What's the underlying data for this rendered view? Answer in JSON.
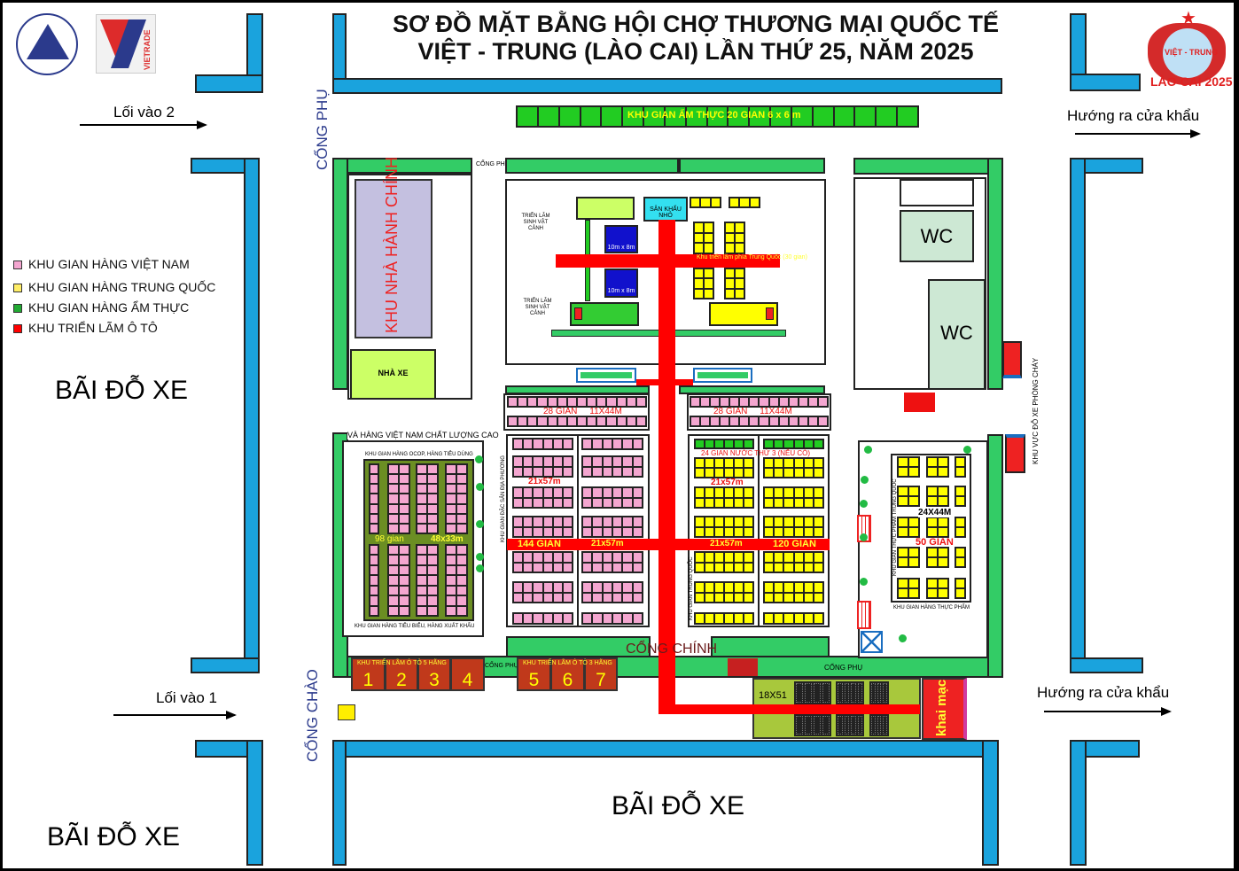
{
  "title": {
    "line1": "SƠ ĐỒ MẶT BẰNG HỘI CHỢ THƯƠNG MẠI QUỐC TẾ",
    "line2": "VIỆT - TRUNG (LÀO CAI) LẦN THỨ 25, NĂM 2025"
  },
  "logos": {
    "vietrade": "VIETRADE",
    "fair_logo_top": "VIỆT - TRUNG",
    "fair_logo_bottom": "LÀO CAI 2025"
  },
  "colors": {
    "road": "#1aa3dd",
    "green_zone": "#33cc66",
    "vietnam_booth": "#f4a6d0",
    "china_booth": "#ffff00",
    "food_booth": "#22cc22",
    "car_expo": "#ff0000",
    "walkway": "#ff0000"
  },
  "directions": {
    "entrance2": "Lối vào 2",
    "entrance1": "Lối vào 1",
    "exit_top": "Hướng ra cửa khẩu",
    "exit_bottom": "Hướng ra cửa khẩu"
  },
  "legend": [
    {
      "label": "KHU GIAN  HÀNG VIỆT NAM",
      "color": "#f4a6d0"
    },
    {
      "label": "KHU GIAN HÀNG TRUNG QUỐC",
      "color": "#ffee66"
    },
    {
      "label": "KHU GIAN  HÀNG ẨM THỰC",
      "color": "#22aa33"
    },
    {
      "label": "KHU TRIỂN LÃM Ô TÔ",
      "color": "#ff0000"
    }
  ],
  "parking": {
    "left_middle": "BÃI ĐỖ XE",
    "left_bottom": "BÃI ĐỖ XE",
    "bottom_center": "BÃI ĐỖ XE",
    "fire_truck_area": "KHU VỰC ĐỖ XE PHÒNG CHÁY"
  },
  "gates": {
    "side_gate_top_left": "CỔNG PHỤ",
    "side_gate_small": "CỔNG PHỤ",
    "welcome_gate": "CỔNG CHÀO",
    "main_gate": "CỔNG CHÍNH",
    "side_gate_bottom": "CỔNG PHỤ",
    "side_gate_car": "CỔNG PHỤ"
  },
  "zones": {
    "food_top": "KHU GIAN ẨM THỰC 20 GIAN 6 x 6 m",
    "admin": "KHU NHÀ HÀNH CHÍNH",
    "garage": "NHÀ XE",
    "wc1": "WC",
    "wc2": "WC",
    "hall": {
      "stage": "SÂN KHẤU NHỎ",
      "ornamental_left_top": "TRIỂN LÃM SINH VẬT CẢNH",
      "ornamental_left_bottom": "TRIỂN LÃM SINH VẬT CẢNH",
      "blue_box_size_1": "10m x 8m",
      "blue_box_size_2": "10m x 8m",
      "china_exhibit": "Khu triển lãm phía Trung Quốc (30 gian)"
    },
    "pink_row_left": {
      "count": "28 GIAN",
      "size": "11X44M"
    },
    "pink_row_right": {
      "count": "28 GIAN",
      "size": "11X44M"
    },
    "vn_quality": {
      "title": "VÀ HÀNG VIỆT NAM CHẤT LƯỢNG CAO",
      "top_caption": "KHU GIAN HÀNG OCOP, HÀNG TIÊU DÙNG",
      "bottom_caption": "KHU GIAN HÀNG TIÊU BIỂU, HÀNG XUẤT KHẨU",
      "count": "98 gian",
      "size": "48x33m"
    },
    "vn_local": {
      "side_label": "KHU GIAN ĐẶC SẢN ĐỊA PHƯƠNG",
      "size_top": "21x57m",
      "count": "144  GIAN",
      "size_mid": "21x57m"
    },
    "china_hall": {
      "third_country": "24 GIAN NƯỚC THỨ 3 (NẾU CÓ)",
      "size_top": "21x57m",
      "size_mid": "21x57m",
      "count": "120  GIAN",
      "side_label": "KHU GIAN TRUNG QUỐC"
    },
    "food_products": {
      "size": "24X44M",
      "count": "50  GIAN",
      "caption": "KHU GIAN HÀNG THỰC PHẨM",
      "side_label": "KHU GIAN THỰC PHẨM TRUNG QUỐC"
    },
    "car_expo_left": {
      "label": "KHU TRIỂN LÃM Ô TÔ 5 HÃNG",
      "lots": [
        "1",
        "2",
        "3",
        "4"
      ]
    },
    "car_expo_right": {
      "label": "KHU TRIỂN LÃM Ô TÔ 3 HÃNG",
      "lots": [
        "5",
        "6",
        "7"
      ]
    },
    "opening_area": {
      "size": "18X51",
      "label": "khai mạc"
    }
  }
}
